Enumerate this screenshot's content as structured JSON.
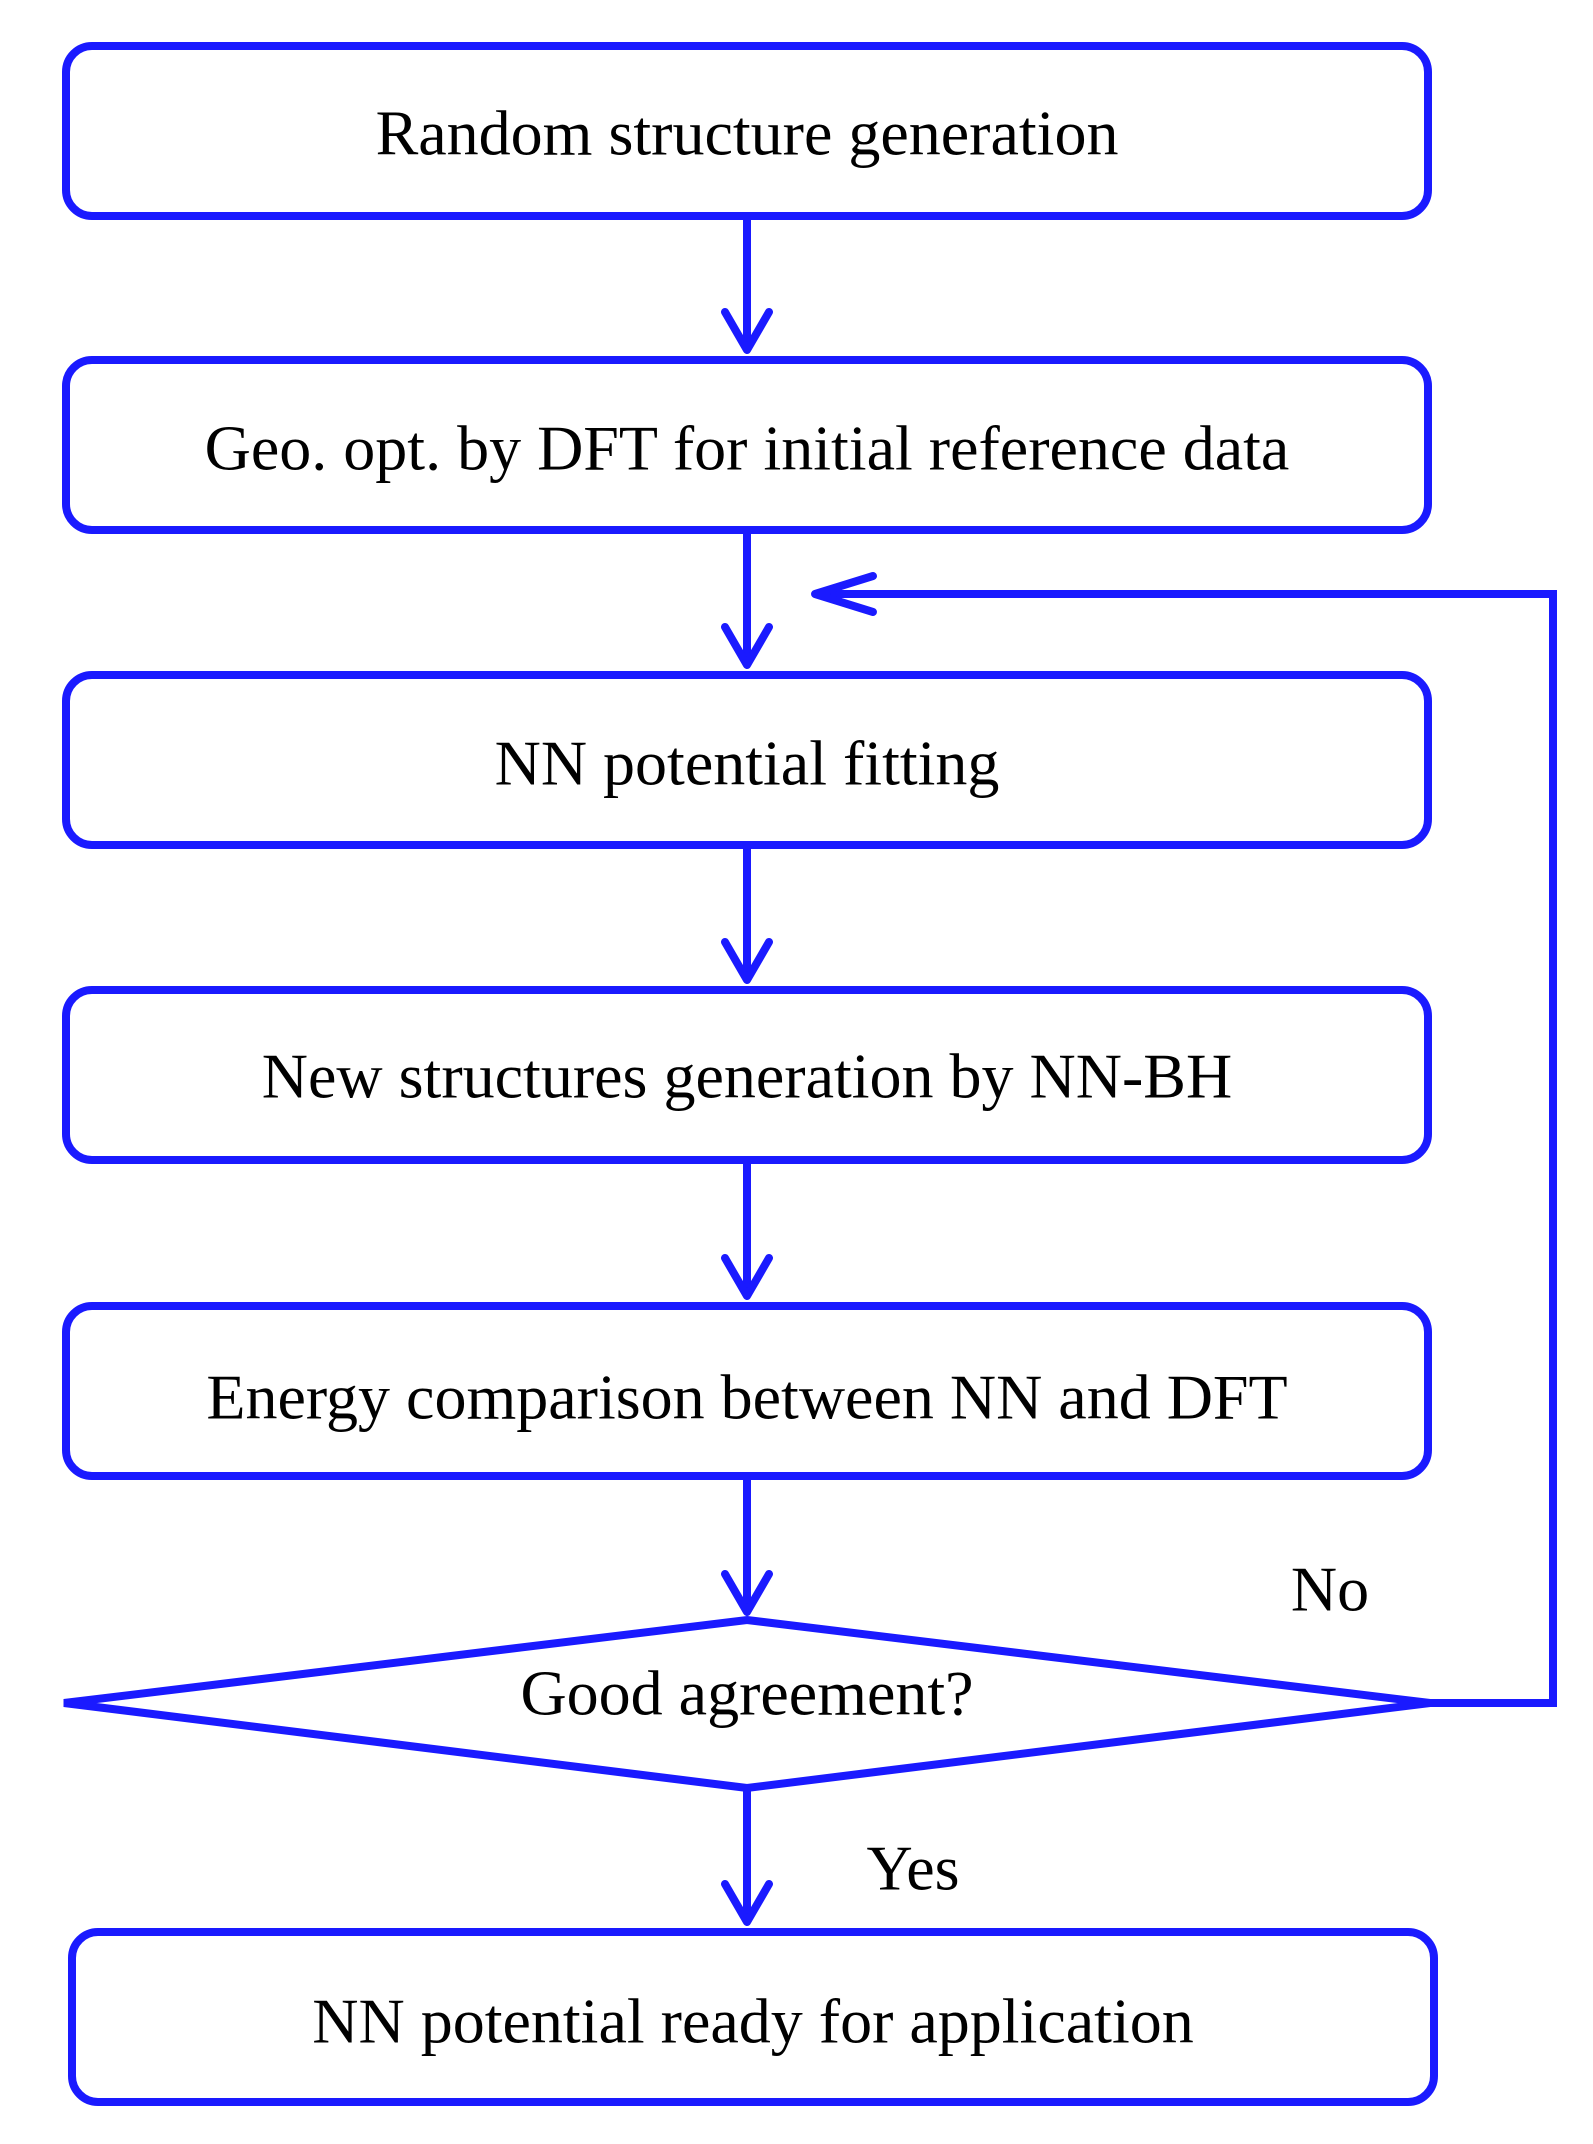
{
  "steps": {
    "random": "Random structure generation",
    "geo": "Geo. opt. by DFT for initial reference data",
    "fit": "NN potential fitting",
    "newgen": "New structures generation by NN-BH",
    "energy": "Energy comparison between NN and DFT",
    "decision": "Good agreement?",
    "ready": "NN potential ready for application"
  },
  "branches": {
    "no": "No",
    "yes": "Yes"
  },
  "colors": {
    "stroke": "#1a1aff",
    "text": "#000000",
    "background": "#ffffff"
  }
}
